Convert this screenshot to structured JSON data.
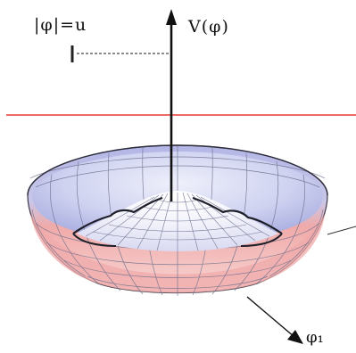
{
  "labels": {
    "radius_eq": "|φ|=u",
    "potential_axis": "V(φ)",
    "phi1_axis": "φ₁"
  },
  "colors": {
    "surface_upper": "#b3b6e6",
    "surface_lower": "#f0aaa9",
    "mesh": "#6d6f8c",
    "outline": "#2d2d3c",
    "horizontal_line": "#e63b32",
    "dotted_marker": "#888888",
    "axes": "#111111"
  }
}
